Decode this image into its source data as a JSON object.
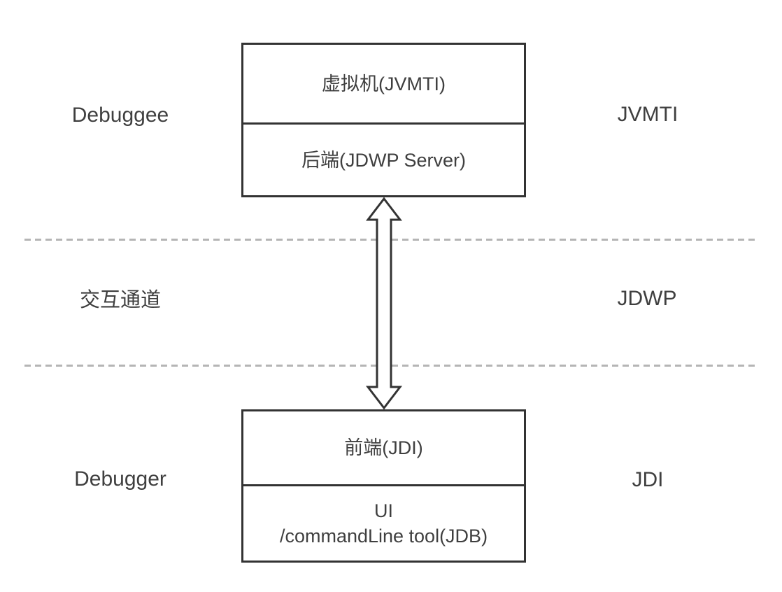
{
  "colors": {
    "background": "#ffffff",
    "line": "#333333",
    "text": "#3f3f3f",
    "dash": "#b5b5b5"
  },
  "debuggee_box": {
    "vm": "虚拟机(JVMTI)",
    "backend": "后端(JDWP Server)"
  },
  "debugger_box": {
    "frontend": "前端(JDI)",
    "ui_line1": "UI",
    "ui_line2": "/commandLine tool(JDB)"
  },
  "row_labels": {
    "debuggee_left": "Debuggee",
    "debuggee_right": "JVMTI",
    "channel_left": "交互通道",
    "channel_right": "JDWP",
    "debugger_left": "Debugger",
    "debugger_right": "JDI"
  }
}
